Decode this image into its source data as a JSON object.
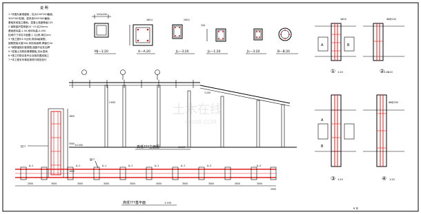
{
  "drawing": {
    "notes_title": "说 明",
    "notes": [
      "1 *本图为景观廊架，柱为250*250截面，",
      "  300*300柱帽，梁采用350*300截面，",
      "  基础采用独立基础，混凝土强度等级C25",
      "  2 钢筋保护层厚度20~25,柱35mm.",
      "  基础底标高-1.50,地坪标高-0.450",
      "  柱网尺寸详见平面图,1 1比例,单位mm",
      "3 *施工图中1:5比例,采用Ⅱ级钢筋；",
      "  钢筋搭接长度35d,采用双面焊,焊缝长5d",
      "4 *钢筋锚固长度按图,锚固不足处加焊",
      "5 *混凝土浇筑前清理模板,浇水湿润,",
      "6 *施工时配合各专业及相关图纸施工",
      "7 *本工程未尽事宜按现行规范执行"
    ],
    "section_labels": [
      "MJ—1:20",
      "A—A:20",
      "JL—3:20",
      "JL—1:20",
      "JL—3:20",
      "B—B:20"
    ],
    "section_dims": [
      "250x250",
      "400",
      "250",
      "300",
      "350"
    ],
    "rebar_labels": [
      "4Φ14",
      "Φ8@200",
      "Φ6@200",
      "2Φ12",
      "4Φ16",
      "Φ8@100"
    ],
    "detail_letters": [
      "A",
      "B",
      "A",
      "B"
    ],
    "detail_numbers": [
      "①",
      "②",
      "③",
      "④"
    ],
    "detail_scales": [
      "1:20",
      "1:20",
      "1:20",
      "1:20"
    ],
    "elevation_title": "高低???立面图",
    "elevation_scale": "1:100",
    "plan_title": "高低???基平面",
    "plan_scale": "1:100",
    "plan_beam_labels": [
      "JL-1",
      "JL-1",
      "JL-1",
      "JL-1",
      "JL-1",
      "JL-1",
      "JL-2",
      "JL-2"
    ],
    "plan_dims": [
      "2000",
      "3000",
      "3000",
      "3000",
      "3000",
      "3000",
      "3000",
      "3000",
      "3000",
      "3000",
      "2000"
    ],
    "side_dims": [
      "1800",
      "3500",
      "1800"
    ],
    "callouts": [
      "柱??",
      "柱??",
      "高??"
    ],
    "elevation_marks": [
      "±0.000",
      "2.650",
      "3.200"
    ],
    "corner_mark": "1:20",
    "page_mark": "8 页",
    "watermark": "土木在线",
    "watermark_sub": "COI88.COM"
  }
}
